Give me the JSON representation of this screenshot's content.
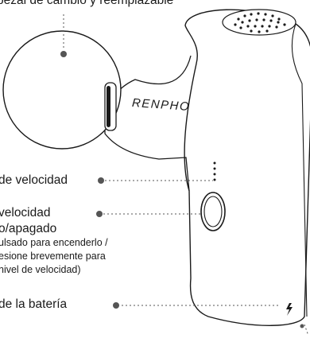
{
  "labels": {
    "top_label": "bezal de cambio y reemplazable",
    "speed_indicator": "de velocidad",
    "button_line1": "velocidad",
    "button_line2": "o/apagado",
    "button_note_line1": "ulsado para encenderlo /",
    "button_note_line2": "esione brevemente para",
    "button_note_line3": "nivel de velocidad)",
    "battery_indicator": "de la batería"
  },
  "brand": {
    "logo_text": "RENPHO"
  },
  "colors": {
    "line": "#1a1a1a",
    "connector": "#555555",
    "background": "#ffffff"
  }
}
